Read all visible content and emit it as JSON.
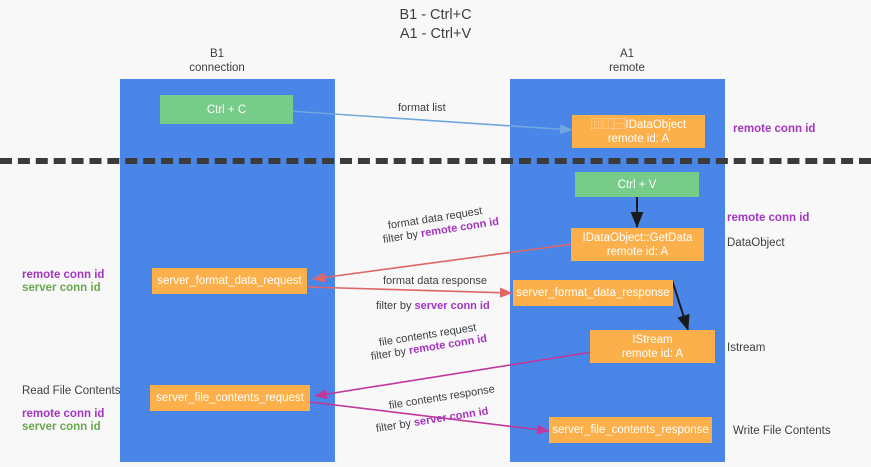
{
  "title": {
    "line1": "B1 - Ctrl+C",
    "line2": "A1 - Ctrl+V"
  },
  "columns": [
    {
      "name": "B1",
      "sub": "connection"
    },
    {
      "name": "A1",
      "sub": "remote"
    }
  ],
  "nodes": {
    "ctrl_c": {
      "label": "Ctrl + C"
    },
    "ctrl_v": {
      "label": "Ctrl + V"
    },
    "idataobject": {
      "line1": "⿵⿰⿱IDataObject",
      "line2": "remote id: A"
    },
    "getdata": {
      "line1": "IDataObject::GetData",
      "line2": "remote id: A"
    },
    "istream": {
      "line1": "IStream",
      "line2": "remote id: A"
    },
    "server_format_data_request": {
      "label": "server_format_data_request"
    },
    "server_format_data_response": {
      "label": "server_format_data_response"
    },
    "server_file_contents_request": {
      "label": "server_file_contents_request"
    },
    "server_file_contents_response": {
      "label": "server_file_contents_response"
    }
  },
  "edge_labels": {
    "format_list": "format list",
    "format_data_request": "format data request",
    "format_data_request_filter_prefix": "filter by ",
    "format_data_request_filter_key": "remote conn id",
    "format_data_response": "format data response",
    "format_data_response_filter_prefix": "filter by ",
    "format_data_response_filter_key": "server conn id",
    "file_contents_request": "file contents request",
    "file_contents_request_filter_prefix": "filter by ",
    "file_contents_request_filter_key": "remote conn id",
    "file_contents_response": "file contents response",
    "file_contents_response_filter_prefix": "filter by ",
    "file_contents_response_filter_key": "server conn id"
  },
  "annotations": {
    "right_remote_conn_id_top": "remote conn id",
    "right_remote_conn_id_mid": "remote conn id",
    "right_dataobject": "DataObject",
    "right_istream": "Istream",
    "right_write_file_contents": "Write File Contents",
    "left_remote_conn_id_mid": "remote conn id",
    "left_server_conn_id_mid": "server conn id",
    "left_read_file_contents": "Read File Contents",
    "left_remote_conn_id_bottom": "remote conn id",
    "left_server_conn_id_bottom": "server conn id"
  },
  "colors": {
    "lane": "#4a86e8",
    "green_node": "#76cc88",
    "orange_node": "#fbb04c",
    "purple": "#a335c0",
    "green_text": "#6aa84f",
    "arrow_blue": "#6fa8dc",
    "arrow_red": "#e06666",
    "arrow_magenta": "#c2379b",
    "arrow_black": "#1a1a1a",
    "divider": "#3b3b3b"
  }
}
